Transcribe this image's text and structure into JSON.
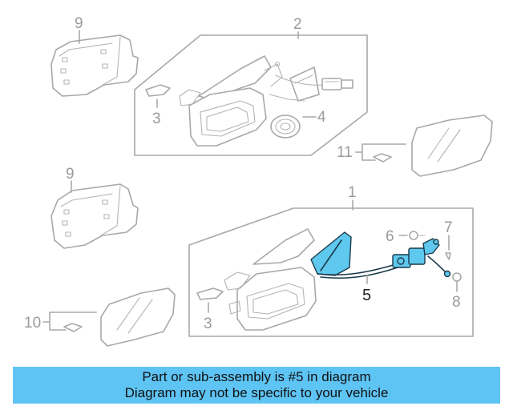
{
  "callouts": {
    "c9_top": "9",
    "c2": "2",
    "c3_top": "3",
    "c4": "4",
    "c11": "11",
    "c9_mid": "9",
    "c1": "1",
    "c6": "6",
    "c7": "7",
    "c5": "5",
    "c8": "8",
    "c10": "10",
    "c3_bottom": "3"
  },
  "banner": {
    "line1": "Part or sub-assembly is #5 in diagram",
    "line2": "Diagram may not be specific to your vehicle"
  },
  "colors": {
    "highlight": "#5fc8ee",
    "banner_background": "#5ec4f4",
    "line_art": "#a8a8a8"
  }
}
